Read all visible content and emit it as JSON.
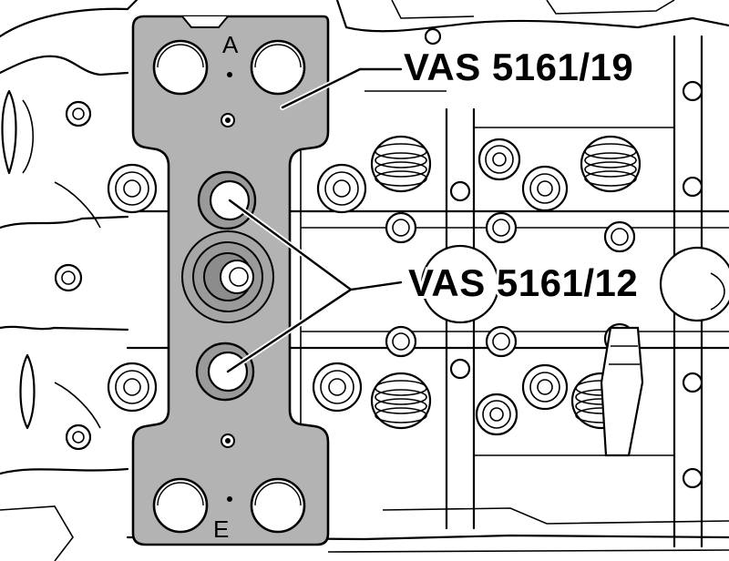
{
  "labels": {
    "adapter_plate": "VAS 5161/19",
    "guide_bushes": "VAS 5161/12"
  },
  "tool_markings": {
    "top": "A",
    "bottom": "E"
  },
  "colors": {
    "tool_fill": "#b3b3b3",
    "line": "#000000",
    "background": "#ffffff"
  },
  "icons": {
    "tool_plate": "adapter-plate",
    "bushes": "guide-bush"
  }
}
